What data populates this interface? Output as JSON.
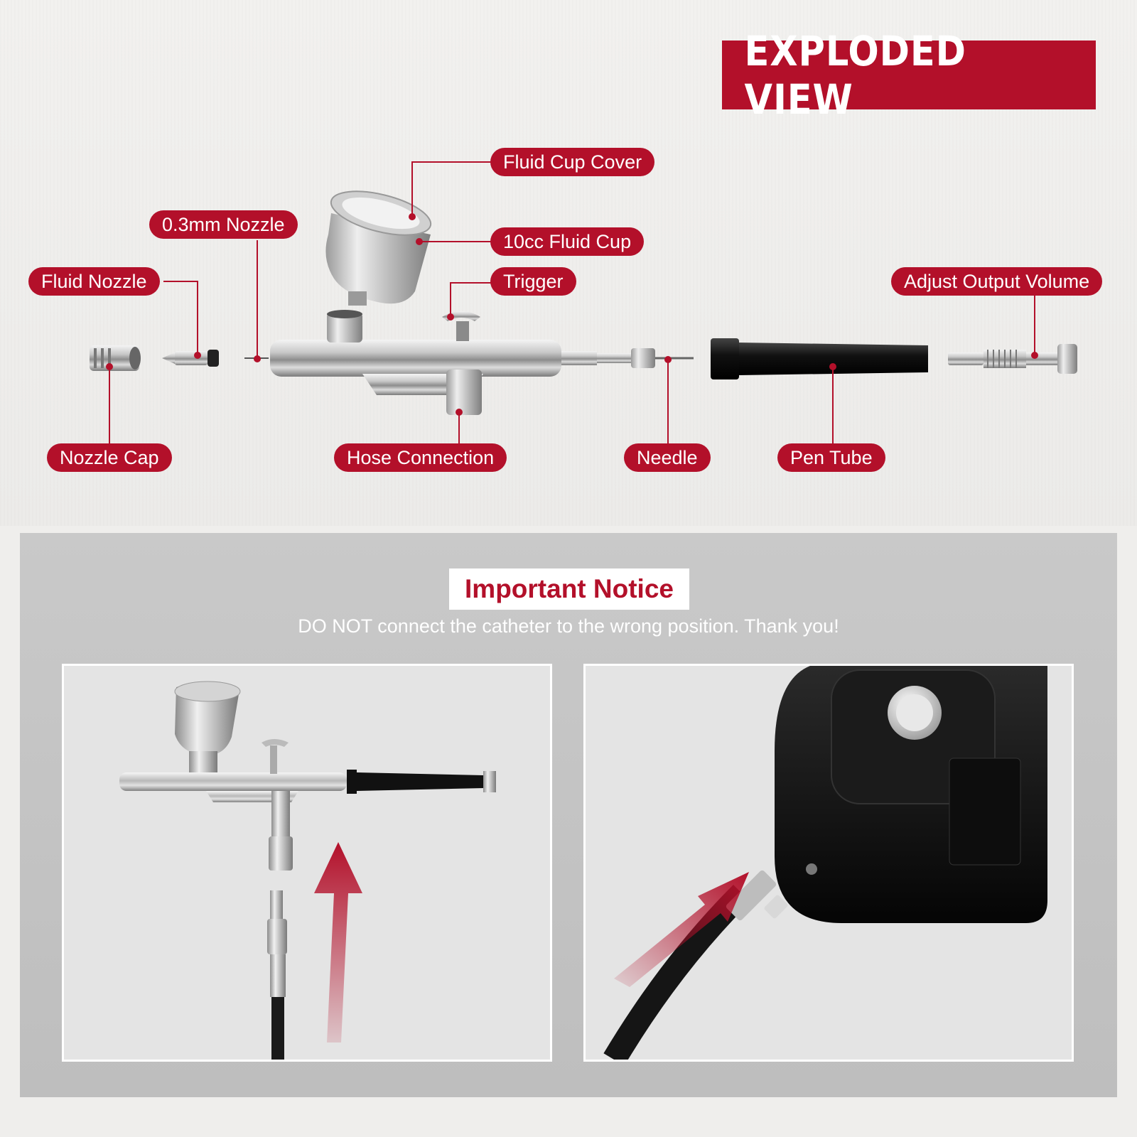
{
  "header": {
    "title": "EXPLODED VIEW"
  },
  "parts": {
    "fluid_cup_cover": "Fluid Cup Cover",
    "nozzle_03": "0.3mm Nozzle",
    "fluid_cup": "10cc Fluid Cup",
    "fluid_nozzle": "Fluid Nozzle",
    "trigger": "Trigger",
    "adjust_output": "Adjust Output Volume",
    "nozzle_cap": "Nozzle Cap",
    "hose_connection": "Hose Connection",
    "needle": "Needle",
    "pen_tube": "Pen Tube"
  },
  "notice": {
    "title": "Important Notice",
    "text": "DO NOT connect the catheter to the wrong position. Thank you!"
  },
  "colors": {
    "accent": "#b3102a",
    "background": "#efeeec",
    "panel_bg": "#c4c4c4"
  },
  "icons": {
    "arrow": "red-arrow-icon"
  }
}
